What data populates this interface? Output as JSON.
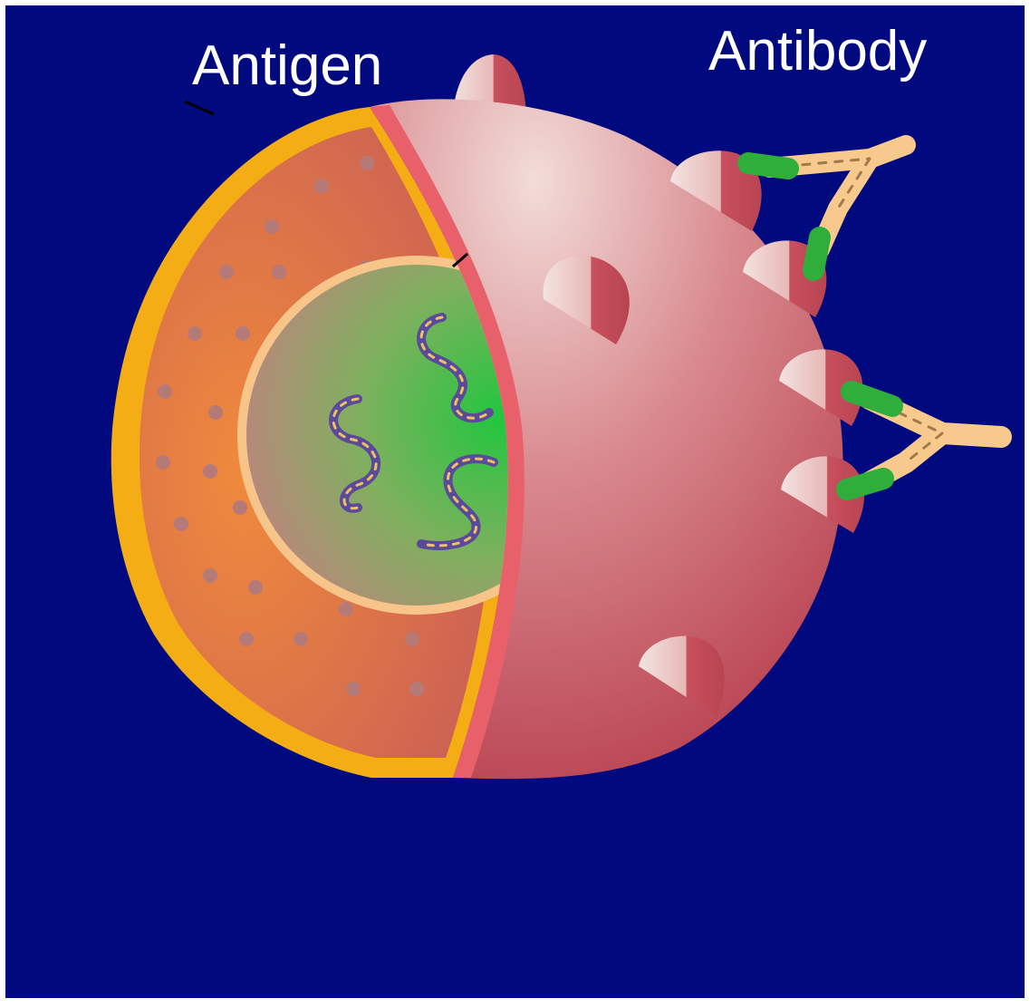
{
  "labels": {
    "antigen": "Antigen",
    "antibody": "Antibody"
  },
  "colors": {
    "background": "#000a7e",
    "frame": "#ffffff",
    "cell_surface_light": "#f2dcd9",
    "cell_surface_dark": "#b8404f",
    "cell_cut_edge": "#e8606a",
    "membrane": "#f4ad14",
    "cytoplasm_inner": "#f08a3c",
    "cytoplasm_outer": "#c95e55",
    "cytoplasm_dot": "#b57a78",
    "nucleus_ring": "#f7c48a",
    "nucleus_center": "#21c63e",
    "nucleus_edge": "#b58a7a",
    "dna_strand": "#5a4a9c",
    "dna_accent": "#f0c060",
    "antibody_arm": "#f7c98c",
    "antibody_tip": "#2fae3c",
    "antigen_spike": "#d86a74",
    "antigen_spike_light": "#f3e3e1"
  },
  "icons": {
    "cell": "antigen-cell-illustration",
    "antibody": "y-shaped-antibody",
    "dna": "chromosome-strand"
  }
}
